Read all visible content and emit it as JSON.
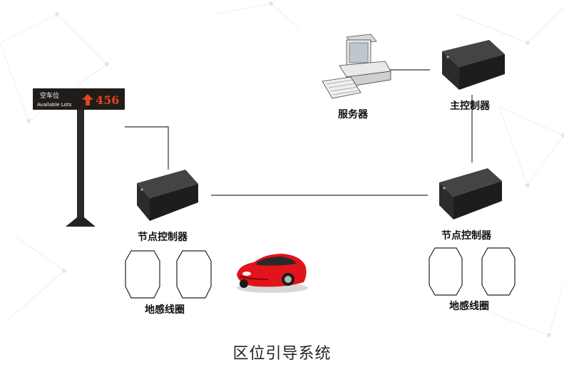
{
  "sign": {
    "title": "空车位",
    "subtitle": "Available Lots",
    "count": "456"
  },
  "labels": {
    "server": "服务器",
    "main_controller": "主控制器",
    "node_controller_left": "节点控制器",
    "node_controller_right": "节点控制器",
    "loop_left": "地感线圈",
    "loop_right": "地感线圈"
  },
  "caption": "区位引导系统",
  "colors": {
    "sign_bg": "#1f1c19",
    "sign_digits": "#e2461e",
    "pole": "#2a2a2a",
    "box_top": "#3a3a3a",
    "box_side": "#1d1d1d",
    "car": "#e0141a",
    "line": "#333333"
  }
}
